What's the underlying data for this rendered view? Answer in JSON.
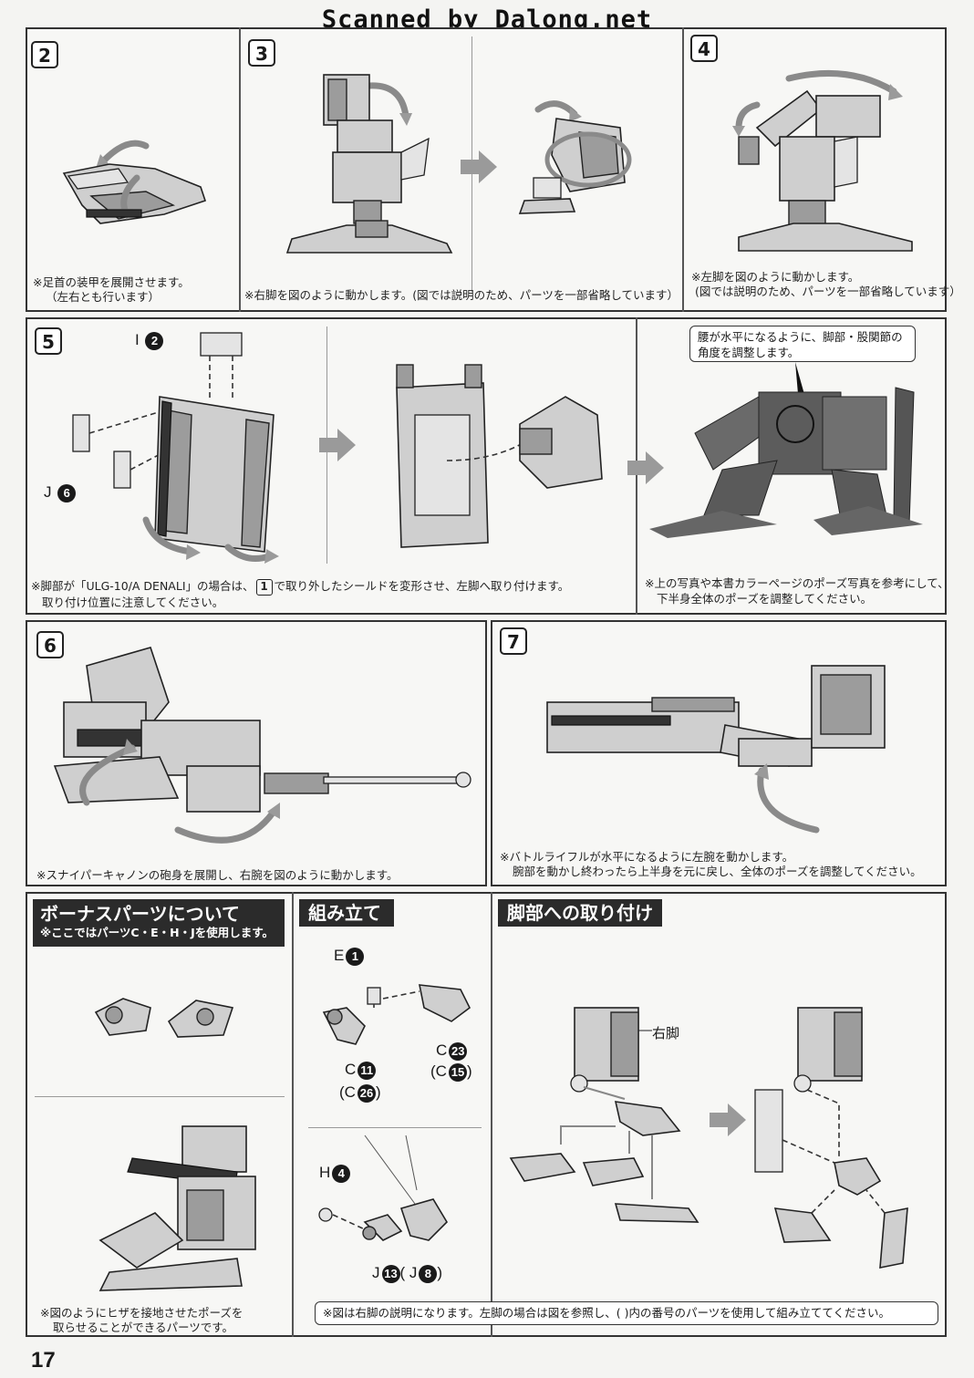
{
  "watermark": "Scanned by Dalong.net",
  "page_number": "17",
  "steps": {
    "s2": {
      "num": "2",
      "note": [
        "※足首の装甲を展開させます。",
        "（左右とも行います）"
      ]
    },
    "s3": {
      "num": "3",
      "note": [
        "※右脚を図のように動かします。(図では説明のため、パーツを一部省略しています）"
      ]
    },
    "s4": {
      "num": "4",
      "note": [
        "※左脚を図のように動かします。",
        "(図では説明のため、パーツを一部省略しています）"
      ]
    },
    "s5": {
      "num": "5",
      "label_i": "I",
      "label_i_num": "2",
      "label_j": "J",
      "label_j_num": "6",
      "note_pre": "※脚部が「ULG-10/A DENALI」の場合は、",
      "note_box": "1",
      "note_post": "で取り外したシールドを変形させ、左脚へ取り付けます。",
      "note_line2": "取り付け位置に注意してください。",
      "callout": [
        "腰が水平になるように、脚部・股関節の",
        "角度を調整します。"
      ],
      "photo_note": [
        "※上の写真や本書カラーページのポーズ写真を参考にして、",
        "下半身全体のポーズを調整してください。"
      ]
    },
    "s6": {
      "num": "6",
      "note": [
        "※スナイパーキャノンの砲身を展開し、右腕を図のように動かします。"
      ]
    },
    "s7": {
      "num": "7",
      "note": [
        "※バトルライフルが水平になるように左腕を動かします。",
        "腕部を動かし終わったら上半身を元に戻し、全体のポーズを調整してください。"
      ]
    }
  },
  "bonus": {
    "title": "ボーナスパーツについて",
    "subtitle": "※ここではパーツC・E・H・Jを使用します。",
    "note": [
      "※図のようにヒザを接地させたポーズを",
      "取らせることができるパーツです。"
    ]
  },
  "assembly": {
    "title": "組み立て",
    "e_label": "E",
    "e_num": "1",
    "c11_label": "C",
    "c11_num": "11",
    "c26_open": "(C",
    "c26_num": "26",
    "c26_close": ")",
    "c23_label": "C",
    "c23_num": "23",
    "c15_open": "(C",
    "c15_num": "15",
    "c15_close": ")",
    "h_label": "H",
    "h_num": "4",
    "j13_label": "J",
    "j13_num": "13",
    "j8_open": "( J",
    "j8_num": "8",
    "j8_close": ")"
  },
  "attach": {
    "title": "脚部への取り付け",
    "right_leg": "右脚"
  },
  "bottom_note": "※図は右脚の説明になります。左脚の場合は図を参照し、( )内の番号のパーツを使用して組み立ててください。"
}
